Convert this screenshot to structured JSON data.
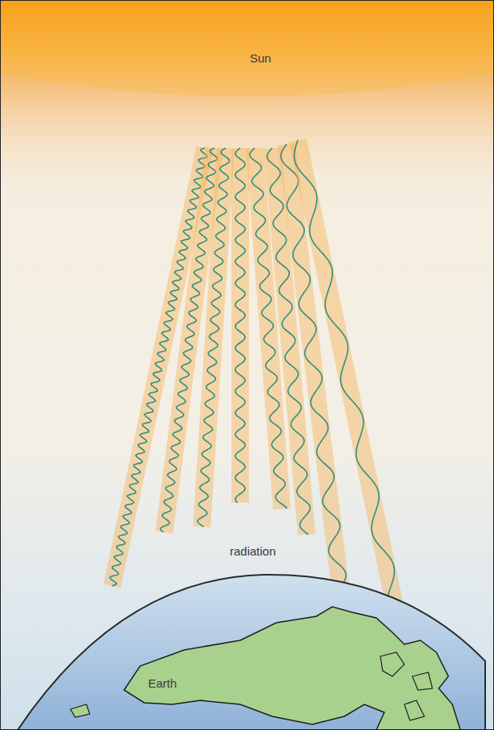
{
  "diagram": {
    "nodes": [
      {
        "text": [
          "Sun"
        ]
      },
      {
        "text": [
          "Earth"
        ]
      }
    ],
    "labels": [
      "radiation"
    ]
  }
}
